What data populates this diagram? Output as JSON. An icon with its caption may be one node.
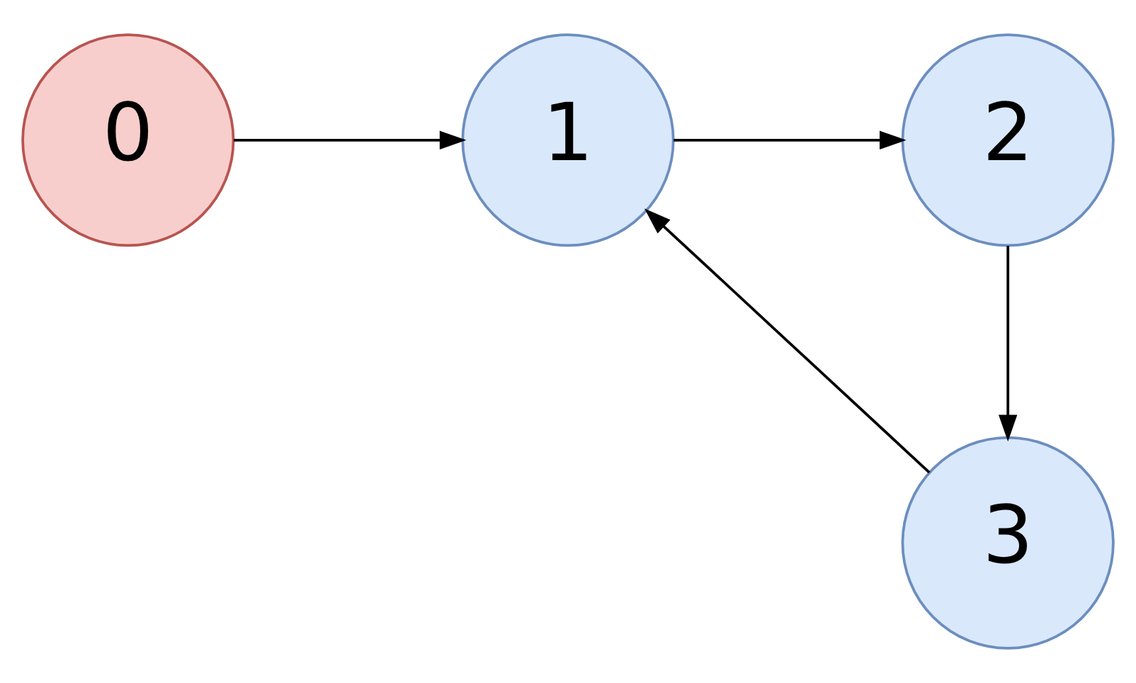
{
  "diagram": {
    "nodes": [
      {
        "text": [
          "0"
        ]
      },
      {
        "text": [
          "1"
        ]
      },
      {
        "text": [
          "2"
        ]
      },
      {
        "text": [
          "3"
        ]
      }
    ],
    "edges": [
      {
        "from": 0,
        "to": 1,
        "arrow": "to"
      },
      {
        "from": 1,
        "to": 2,
        "arrow": "to"
      },
      {
        "from": 2,
        "to": 3,
        "arrow": "to"
      },
      {
        "from": 3,
        "to": 1,
        "arrow": "to"
      }
    ]
  }
}
